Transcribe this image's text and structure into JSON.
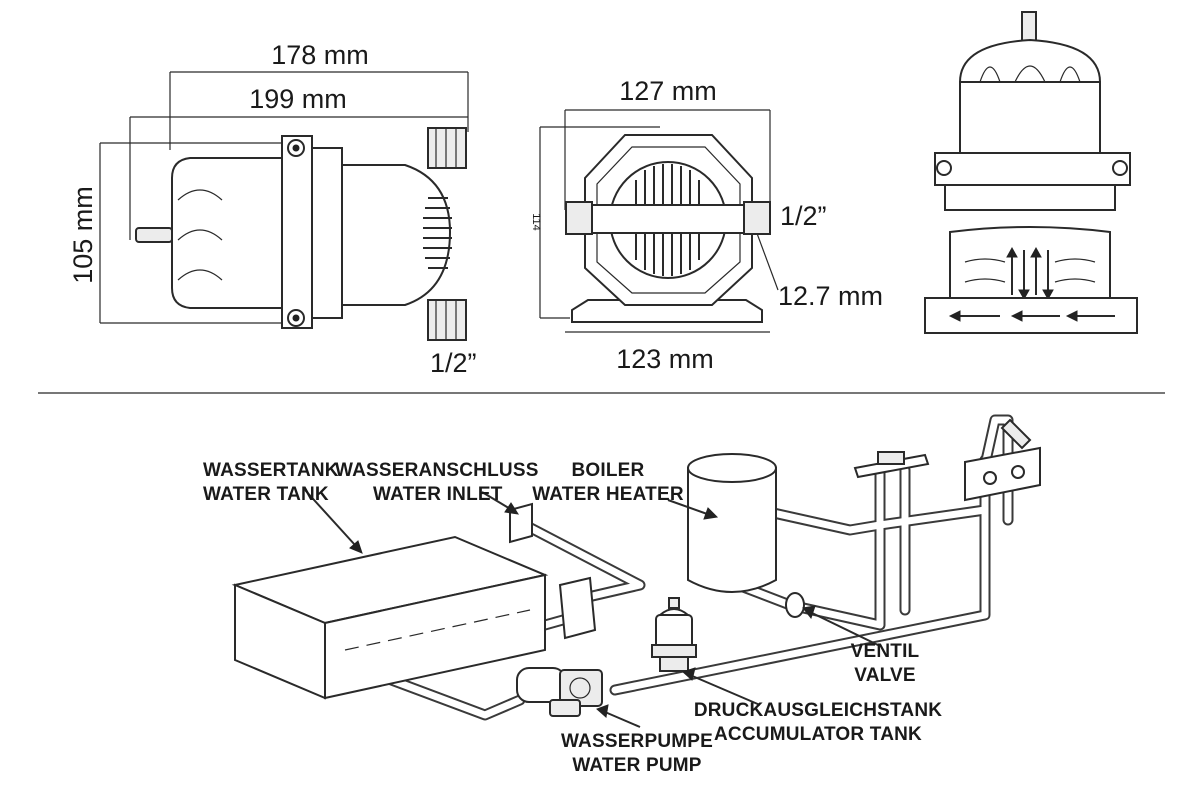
{
  "dimensions": {
    "side_length_a": "178 mm",
    "side_length_b": "199 mm",
    "side_height": "105 mm",
    "side_port": "1/2”",
    "front_width": "127 mm",
    "front_height": "114",
    "front_port": "1/2”",
    "front_port_dia": "12.7 mm",
    "front_base": "123 mm"
  },
  "labels": {
    "water_tank_de": "WASSERTANK",
    "water_tank_en": "WATER TANK",
    "water_inlet_de": "WASSERANSCHLUSS",
    "water_inlet_en": "WATER INLET",
    "boiler_de": "BOILER",
    "boiler_en": "WATER HEATER",
    "valve_de": "VENTIL",
    "valve_en": "VALVE",
    "accumulator_de": "DRUCKAUSGLEICHSTANK",
    "accumulator_en": "ACCUMULATOR TANK",
    "pump_de": "WASSERPUMPE",
    "pump_en": "WATER PUMP"
  }
}
